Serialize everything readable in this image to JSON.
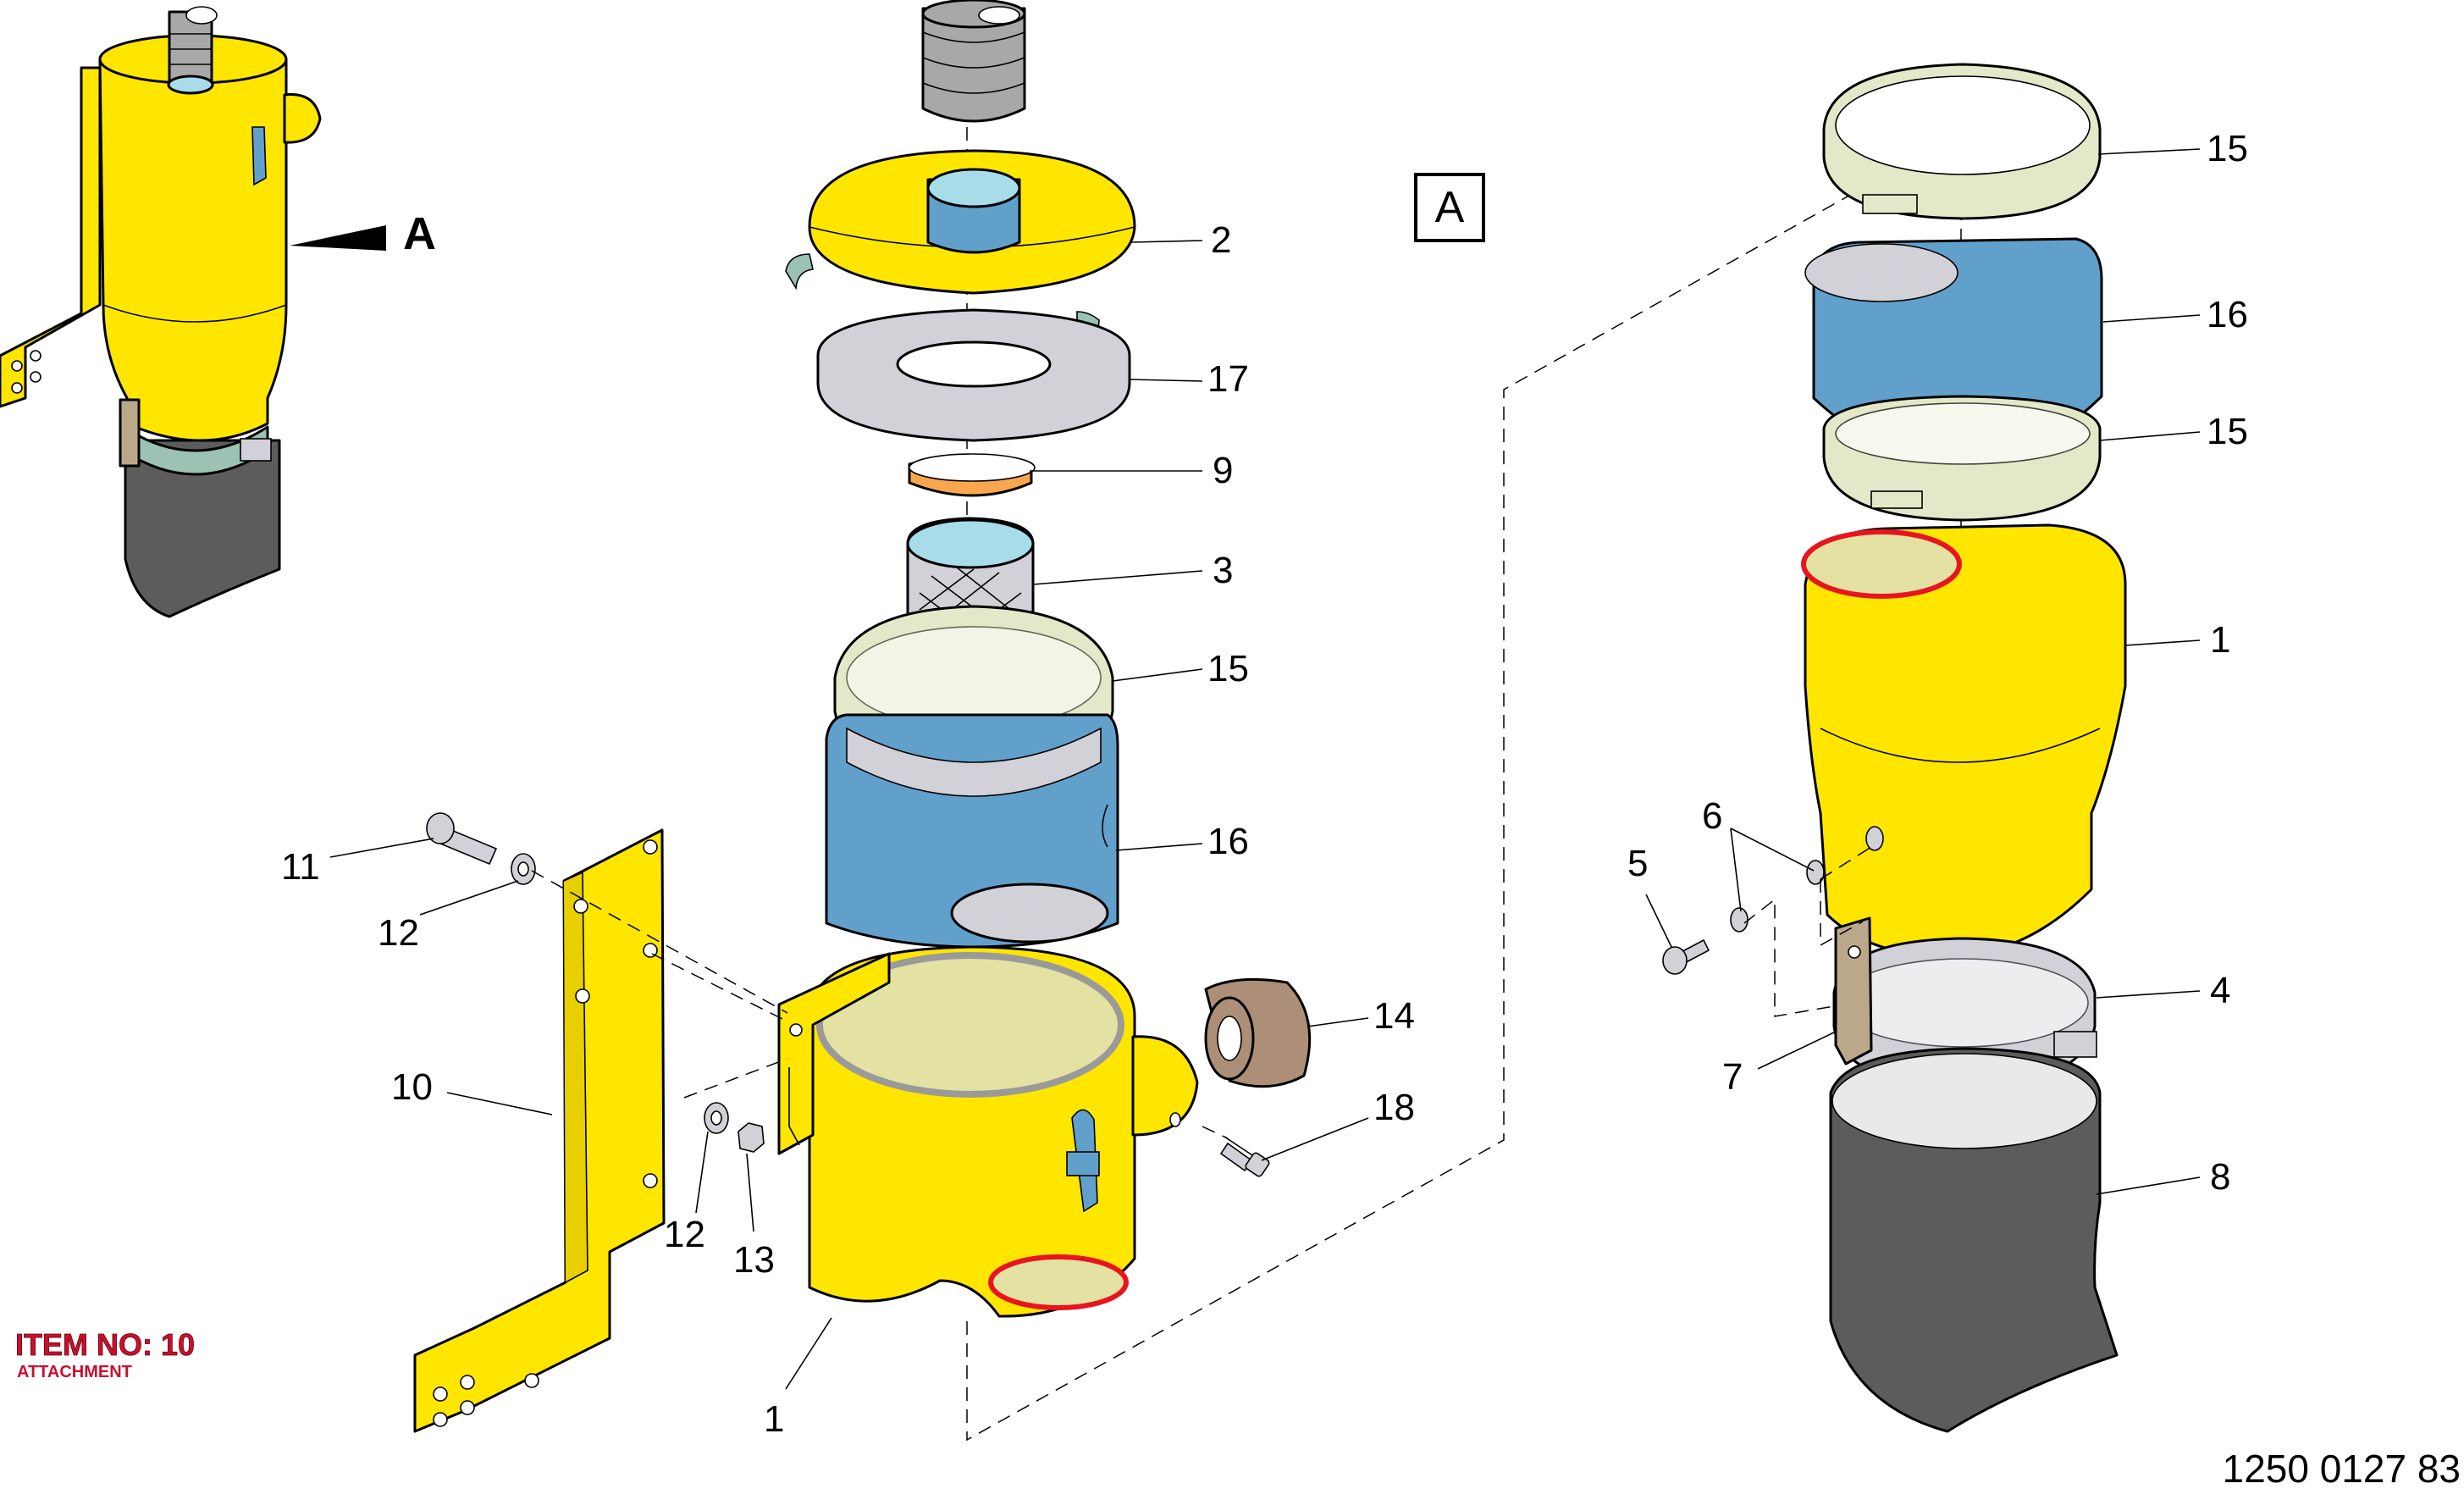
{
  "view_marker": {
    "label": "A",
    "arrow_label": "A"
  },
  "callouts": {
    "main": [
      {
        "id": "m-2",
        "text": "2"
      },
      {
        "id": "m-17",
        "text": "17"
      },
      {
        "id": "m-9",
        "text": "9"
      },
      {
        "id": "m-3",
        "text": "3"
      },
      {
        "id": "m-15",
        "text": "15"
      },
      {
        "id": "m-16",
        "text": "16"
      },
      {
        "id": "m-14",
        "text": "14"
      },
      {
        "id": "m-18",
        "text": "18"
      },
      {
        "id": "m-11",
        "text": "11"
      },
      {
        "id": "m-12a",
        "text": "12"
      },
      {
        "id": "m-10",
        "text": "10"
      },
      {
        "id": "m-12b",
        "text": "12"
      },
      {
        "id": "m-13",
        "text": "13"
      },
      {
        "id": "m-1",
        "text": "1"
      }
    ],
    "detail": [
      {
        "id": "d-15a",
        "text": "15"
      },
      {
        "id": "d-16",
        "text": "16"
      },
      {
        "id": "d-15b",
        "text": "15"
      },
      {
        "id": "d-1",
        "text": "1"
      },
      {
        "id": "d-6",
        "text": "6"
      },
      {
        "id": "d-5",
        "text": "5"
      },
      {
        "id": "d-4",
        "text": "4"
      },
      {
        "id": "d-7",
        "text": "7"
      },
      {
        "id": "d-8",
        "text": "8"
      }
    ]
  },
  "item_note": {
    "title": "ITEM NO: 10",
    "subtitle": "ATTACHMENT"
  },
  "drawing_number": "1250 0127 83",
  "colors": {
    "yellow": "#ffe600",
    "blue": "#62a0cc",
    "light_blue": "#a8dce8",
    "cream": "#e3e2a2",
    "pale_green": "#e3e9c8",
    "gray_light": "#d3d1d8",
    "gray_pipe": "#a8a8a8",
    "orange": "#f7a84e",
    "brown": "#ad8e78",
    "dark_hose": "#5c5c5c",
    "bracket_tan": "#bba88a",
    "red": "#e8141e",
    "note_red": "#c8102e"
  }
}
